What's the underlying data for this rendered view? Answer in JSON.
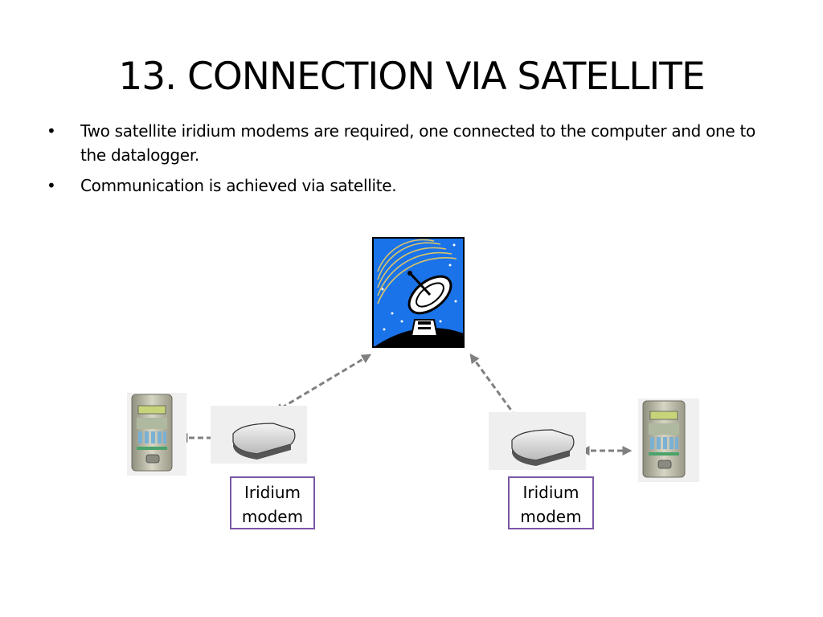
{
  "slide": {
    "title": "13. CONNECTION VIA SATELLITE",
    "bullets": [
      {
        "marker": "•",
        "text": "Two satellite iridium modems are required, one connected to the computer and one to the datalogger."
      },
      {
        "marker": "•",
        "text": "Communication is achieved via satellite."
      }
    ]
  },
  "diagram": {
    "satellite_icon": "satellite-dish-icon",
    "left_modem_label": {
      "line1": "Iridium",
      "line2": "modem"
    },
    "right_modem_label": {
      "line1": "Iridium",
      "line2": "modem"
    },
    "colors": {
      "sky": "#1a73e8",
      "arrow": "#808080",
      "label_border": "#7b56a6"
    }
  }
}
